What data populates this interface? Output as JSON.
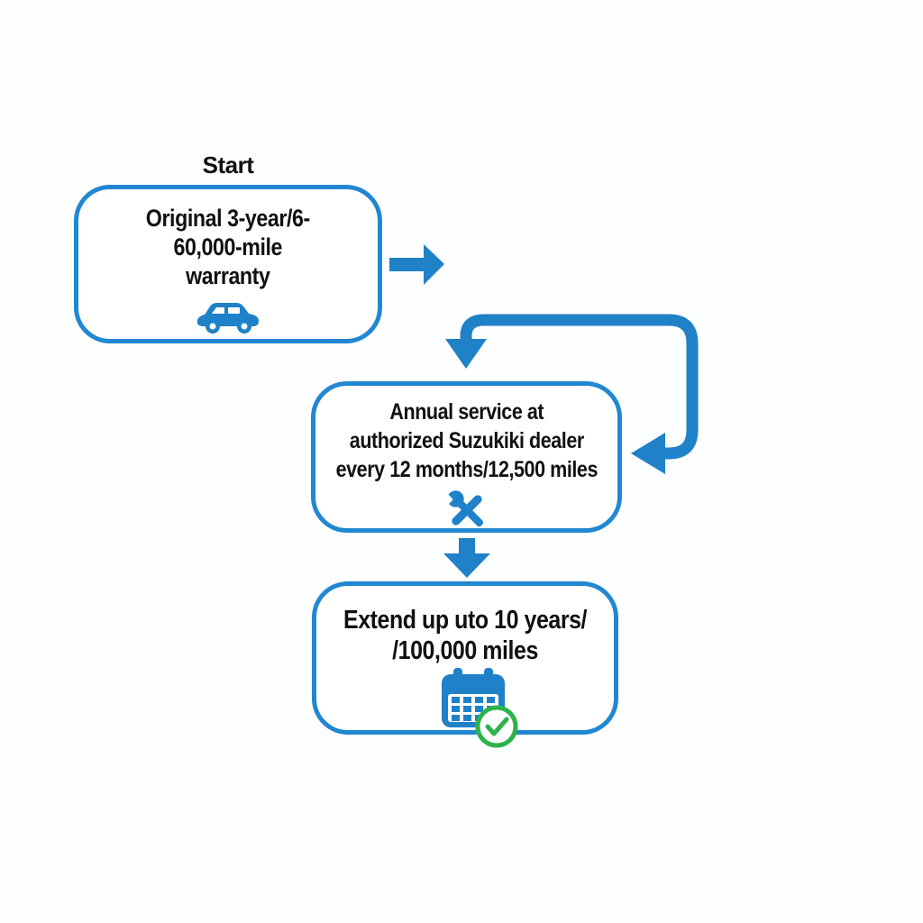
{
  "colors": {
    "blue": "#1f81c8",
    "border_blue": "#2187d1",
    "green": "#2cb34a",
    "text": "#111111",
    "background": "#fdfeff"
  },
  "flowchart": {
    "start_label": "Start",
    "nodes": [
      {
        "id": "warranty",
        "lines": [
          "Original 3-year/6-",
          "60,000-mile",
          "warranty"
        ],
        "icon": "car-icon"
      },
      {
        "id": "service",
        "lines": [
          "Annual service at",
          "authorized Suzukiki dealer",
          "every 12 months/12,500 miles"
        ],
        "icon": "tools-icon"
      },
      {
        "id": "extend",
        "lines": [
          "Extend up uto 10 years/",
          "/100,000 miles"
        ],
        "icon": "calendar-check-icon"
      }
    ],
    "connectors": [
      {
        "name": "arrow-right"
      },
      {
        "name": "loop-arrow"
      },
      {
        "name": "arrow-down"
      }
    ]
  }
}
